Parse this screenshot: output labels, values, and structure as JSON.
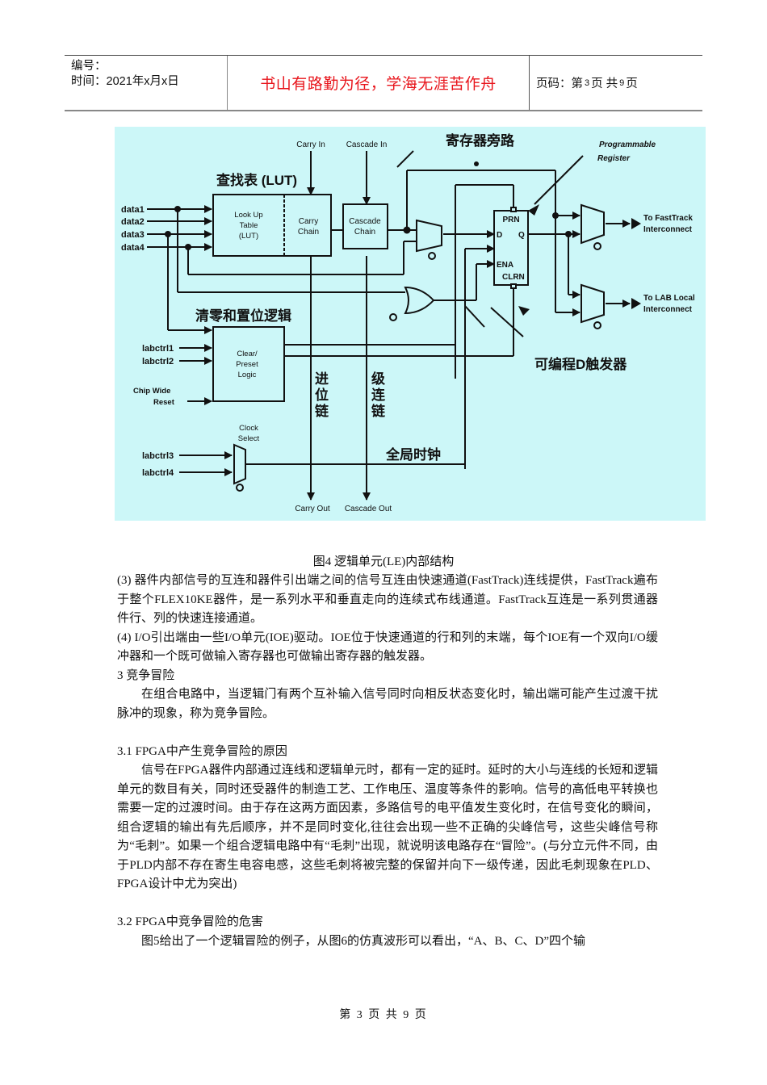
{
  "header": {
    "serial_label": "编号：",
    "date_label": "时间：2021年x月x日",
    "motto": "书山有路勤为径，学海无涯苦作舟",
    "page_prefix": "页码：第",
    "page_current": "3",
    "page_mid": "页  共",
    "page_total": "9",
    "page_suffix": "页"
  },
  "figure": {
    "labels": {
      "carry_in": "Carry In",
      "cascade_in": "Cascade In",
      "register_bypass": "寄存器旁路",
      "programmable_register_1": "Programmable",
      "programmable_register_2": "Register",
      "lut_title": "查找表 (LUT)",
      "data1": "data1",
      "data2": "data2",
      "data3": "data3",
      "data4": "data4",
      "lut_block_1": "Look Up",
      "lut_block_2": "Table",
      "lut_block_3": "(LUT)",
      "carry_chain_1": "Carry",
      "carry_chain_2": "Chain",
      "cascade_chain_1": "Cascade",
      "cascade_chain_2": "Chain",
      "prn": "PRN",
      "d": "D",
      "q": "Q",
      "ena": "ENA",
      "clrn": "CLRN",
      "to_fasttrack_1": "To FastTrack",
      "to_fasttrack_2": "Interconnect",
      "to_lab_1": "To LAB Local",
      "to_lab_2": "Interconnect",
      "clear_preset_title": "清零和置位逻辑",
      "labctrl1": "labctrl1",
      "labctrl2": "labctrl2",
      "chip_wide_1": "Chip Wide",
      "chip_wide_2": "Reset",
      "clear_preset_1": "Clear/",
      "clear_preset_2": "Preset",
      "clear_preset_3": "Logic",
      "programmable_trigger": "可编程D触发器",
      "carry_chain_cn_1": "进",
      "carry_chain_cn_2": "位",
      "carry_chain_cn_3": "链",
      "cascade_chain_cn_1": "级",
      "cascade_chain_cn_2": "连",
      "cascade_chain_cn_3": "链",
      "clock_select_1": "Clock",
      "clock_select_2": "Select",
      "labctrl3": "labctrl3",
      "labctrl4": "labctrl4",
      "global_clock": "全局时钟",
      "carry_out": "Carry Out",
      "cascade_out": "Cascade Out"
    },
    "background_color": "#ccf7f8"
  },
  "caption": "图4    逻辑单元(LE)内部结构",
  "paragraphs": [
    "(3) 器件内部信号的互连和器件引出端之间的信号互连由快速通道(FastTrack)连线提供，FastTrack遍布于整个FLEX10KE器件，是一系列水平和垂直走向的连续式布线通道。FastTrack互连是一系列贯通器件行、列的快速连接通道。",
    "(4) I/O引出端由一些I/O单元(IOE)驱动。IOE位于快速通道的行和列的末端，每个IOE有一个双向I/O缓冲器和一个既可做输入寄存器也可做输出寄存器的触发器。",
    "3 竞争冒险",
    "在组合电路中，当逻辑门有两个互补输入信号同时向相反状态变化时，输出端可能产生过渡干扰脉冲的现象，称为竞争冒险。",
    "3.1 FPGA中产生竞争冒险的原因",
    "信号在FPGA器件内部通过连线和逻辑单元时，都有一定的延时。延时的大小与连线的长短和逻辑单元的数目有关，同时还受器件的制造工艺、工作电压、温度等条件的影响。信号的高低电平转换也需要一定的过渡时间。由于存在这两方面因素，多路信号的电平值发生变化时，在信号变化的瞬间，组合逻辑的输出有先后顺序，并不是同时变化,往往会出现一些不正确的尖峰信号，这些尖峰信号称为“毛刺”。如果一个组合逻辑电路中有“毛刺”出现，就说明该电路存在“冒险”。(与分立元件不同，由于PLD内部不存在寄生电容电感，这些毛刺将被完整的保留并向下一级传递，因此毛刺现象在PLD、FPGA设计中尤为突出)",
    "3.2 FPGA中竞争冒险的危害",
    "图5给出了一个逻辑冒险的例子，从图6的仿真波形可以看出，“A、B、C、D”四个输"
  ],
  "footer": "第 3 页 共 9 页"
}
